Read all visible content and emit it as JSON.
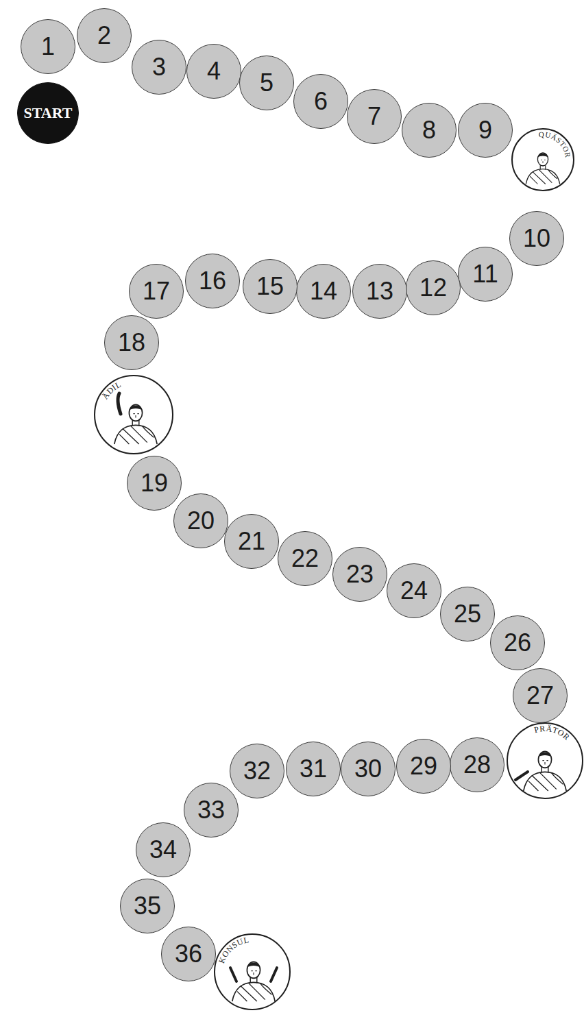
{
  "diagram": {
    "nodes": [
      {
        "text": [
          "START"
        ]
      },
      {
        "text": [
          "1"
        ]
      },
      {
        "text": [
          "2"
        ]
      },
      {
        "text": [
          "3"
        ]
      },
      {
        "text": [
          "4"
        ]
      },
      {
        "text": [
          "5"
        ]
      },
      {
        "text": [
          "6"
        ]
      },
      {
        "text": [
          "7"
        ]
      },
      {
        "text": [
          "8"
        ]
      },
      {
        "text": [
          "9"
        ]
      },
      {
        "text": [
          "QUÄSTOR"
        ]
      },
      {
        "text": [
          "10"
        ]
      },
      {
        "text": [
          "11"
        ]
      },
      {
        "text": [
          "12"
        ]
      },
      {
        "text": [
          "13"
        ]
      },
      {
        "text": [
          "14"
        ]
      },
      {
        "text": [
          "15"
        ]
      },
      {
        "text": [
          "16"
        ]
      },
      {
        "text": [
          "17"
        ]
      },
      {
        "text": [
          "18"
        ]
      },
      {
        "text": [
          "ÄDIL"
        ]
      },
      {
        "text": [
          "19"
        ]
      },
      {
        "text": [
          "20"
        ]
      },
      {
        "text": [
          "21"
        ]
      },
      {
        "text": [
          "22"
        ]
      },
      {
        "text": [
          "23"
        ]
      },
      {
        "text": [
          "24"
        ]
      },
      {
        "text": [
          "25"
        ]
      },
      {
        "text": [
          "26"
        ]
      },
      {
        "text": [
          "27"
        ]
      },
      {
        "text": [
          "PRÄTOR"
        ]
      },
      {
        "text": [
          "28"
        ]
      },
      {
        "text": [
          "29"
        ]
      },
      {
        "text": [
          "30"
        ]
      },
      {
        "text": [
          "31"
        ]
      },
      {
        "text": [
          "32"
        ]
      },
      {
        "text": [
          "33"
        ]
      },
      {
        "text": [
          "34"
        ]
      },
      {
        "text": [
          "35"
        ]
      },
      {
        "text": [
          "36"
        ]
      },
      {
        "text": [
          "KONSUL"
        ]
      }
    ]
  }
}
